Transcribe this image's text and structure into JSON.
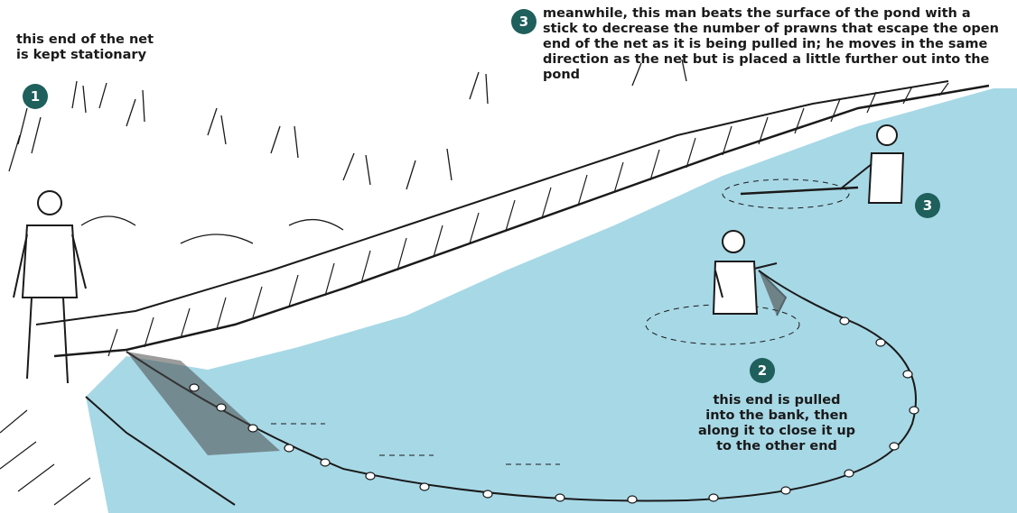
{
  "colors": {
    "pond": "#a7d8e6",
    "badge": "#1f5f5c",
    "ink": "#1a1a1a"
  },
  "steps": [
    {
      "number": "1",
      "lines": [
        "this end of the net",
        "is kept stationary"
      ]
    },
    {
      "number": "2",
      "lines": [
        "this end is pulled",
        "into the bank, then",
        "along it to close it up",
        "to the other end"
      ]
    },
    {
      "number": "3",
      "lines": [
        "meanwhile, this man beats the surface of the pond with a",
        "stick to decrease the number of prawns that escape the open",
        "end of the net as it is being pulled in; he moves in the same",
        "direction as the net but is placed a little further out into the",
        "pond"
      ]
    }
  ]
}
